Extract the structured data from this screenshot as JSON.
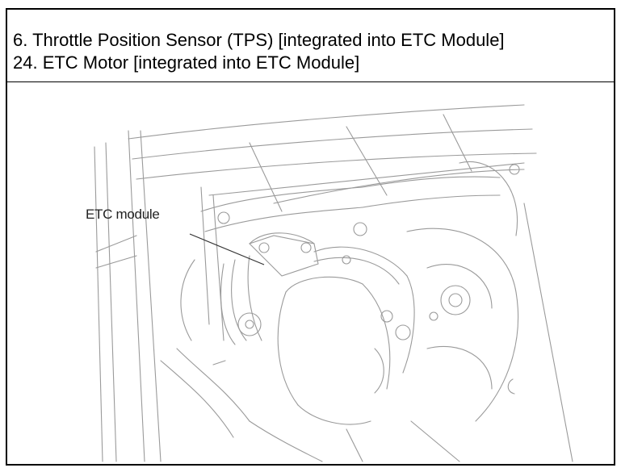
{
  "header": {
    "line1": "6. Throttle Position Sensor (TPS) [integrated into ETC Module]",
    "line2": "24. ETC Motor [integrated into ETC Module]"
  },
  "diagram": {
    "callout_label": "ETC module"
  }
}
